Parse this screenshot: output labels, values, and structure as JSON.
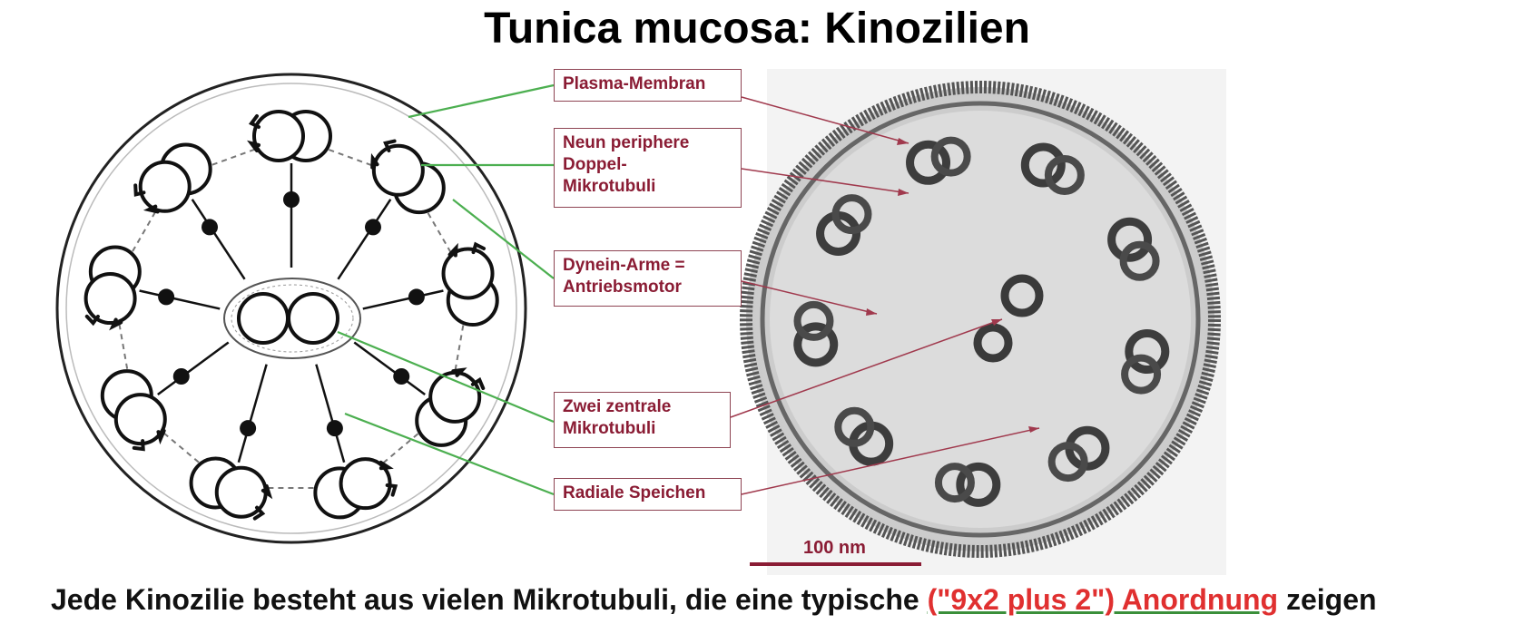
{
  "title": "Tunica mucosa: Kinozilien",
  "labels": [
    {
      "id": "plasma-membran",
      "text": "Plasma-Membran"
    },
    {
      "id": "doppel-mikrotubuli",
      "text": "Neun periphere\nDoppel-\nMikrotubuli"
    },
    {
      "id": "dynein-arme",
      "text": "Dynein-Arme =\nAntriebsmotor"
    },
    {
      "id": "zentrale-mikrotubuli",
      "text": "Zwei zentrale\nMikrotubuli"
    },
    {
      "id": "radiale-speichen",
      "text": "Radiale Speichen"
    }
  ],
  "scale_bar": "100 nm",
  "caption": {
    "before": "Jede Kinozilie besteht aus vielen Mikrotubuli, die eine typische ",
    "highlight": "(\"9x2 plus 2\") Anordnung",
    "after": " zeigen"
  },
  "colors": {
    "label_text": "#8a1c34",
    "label_border": "#8e4453",
    "green_leader": "#4caf50",
    "red_leader": "#a0394d",
    "highlight": "#e03030"
  }
}
